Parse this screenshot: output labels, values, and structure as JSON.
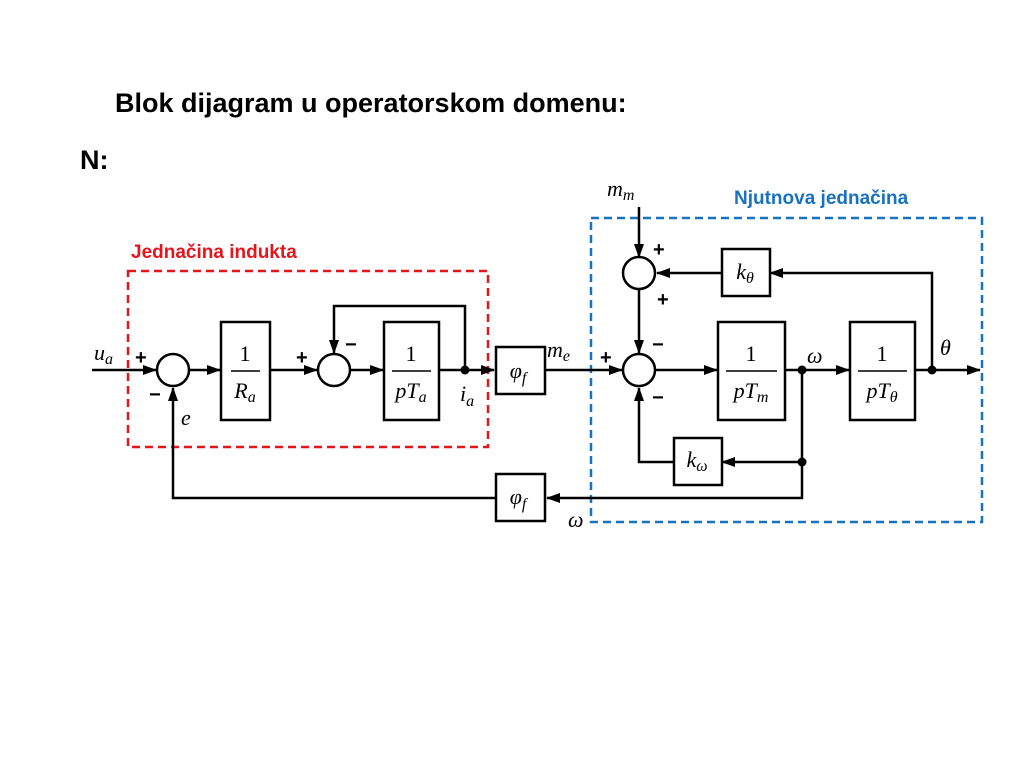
{
  "title": "Blok dijagram u operatorskom domenu:",
  "subtitle": "N:",
  "colors": {
    "induct": "#e8141c",
    "newton": "#1872c2",
    "line": "#000000"
  },
  "regions": {
    "induct_label": "Jednačina indukta",
    "newton_label": "Njutnova jednačina"
  },
  "blocks": {
    "one_over_Ra": {
      "num": "1",
      "den_main": "R",
      "den_sub": "a"
    },
    "one_over_pTa": {
      "num": "1",
      "den_p": "p",
      "den_main": "T",
      "den_sub": "a"
    },
    "phi_f_forward": {
      "main": "φ",
      "sub": "f"
    },
    "one_over_pTm": {
      "num": "1",
      "den_p": "p",
      "den_main": "T",
      "den_sub": "m"
    },
    "one_over_pTtheta": {
      "num": "1",
      "den_p": "p",
      "den_main": "T",
      "den_sub": "θ"
    },
    "k_theta": {
      "main": "k",
      "sub": "θ"
    },
    "k_omega": {
      "main": "k",
      "sub": "ω"
    },
    "phi_f_feedback": {
      "main": "φ",
      "sub": "f"
    }
  },
  "signals": {
    "ua": {
      "main": "u",
      "sub": "a"
    },
    "e": "e",
    "ia": {
      "main": "i",
      "sub": "a"
    },
    "me": {
      "main": "m",
      "sub": "e"
    },
    "mm": {
      "main": "m",
      "sub": "m"
    },
    "omega": "ω",
    "omega_feedback": "ω",
    "theta": "θ"
  },
  "signs": {
    "s1_plus": "+",
    "s1_minus": "−",
    "s2_plus": "+",
    "s2_minus": "−",
    "s3_plus_top": "+",
    "s3_plus_bottom": "+",
    "s4_plus": "+",
    "s4_minus_top": "−",
    "s4_minus_bottom": "−"
  }
}
